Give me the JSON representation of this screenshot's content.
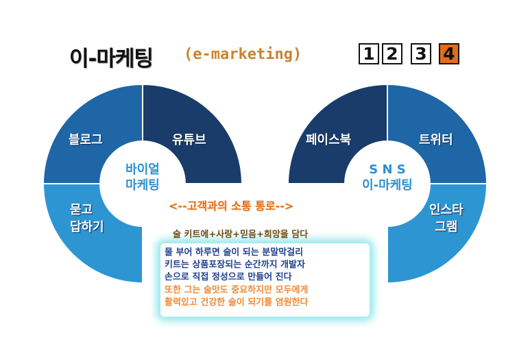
{
  "title": {
    "main": "이-마케팅",
    "sub": "(e-marketing)"
  },
  "pager": {
    "pages": [
      "1",
      "2",
      "3",
      "4"
    ],
    "active_index": 3
  },
  "colors": {
    "dark_navy": "#193c6b",
    "mid_blue": "#1e66a6",
    "light_blue": "#2e95d3",
    "accent_orange": "#e46c16"
  },
  "left_ring": {
    "segments": [
      "블로그",
      "유튜브",
      "묻고\n답하기"
    ],
    "center": [
      "바이얼",
      "마케팅"
    ]
  },
  "right_ring": {
    "segments": [
      "페이스북",
      "트위터",
      "인스타\n그램"
    ],
    "center": [
      "S N S",
      "이-마케팅"
    ]
  },
  "channel_label": "<--고객과의 소통 통로-->",
  "text_panel": {
    "headline": "술 키트에+사랑+믿음+희망을 담다",
    "blue_lines": [
      "물 부어 하루면 술이 되는 분말막걸리",
      "키트는 상품포장되는 순간까지 개발자",
      "손으로 직접 정성으로 만들어 진다"
    ],
    "orange_lines": [
      "또한 그는 술맛도 중요하지만 모두에게",
      "활력있고 건강한 술이 되기를 염원한다"
    ]
  }
}
